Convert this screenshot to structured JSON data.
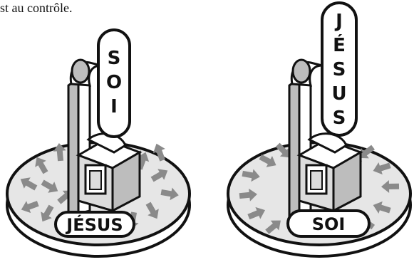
{
  "caption": "st au contrôle.",
  "left_diagram": {
    "throne_pill_letters": [
      "S",
      "O",
      "I"
    ],
    "base_label": "JÉSUS"
  },
  "right_diagram": {
    "throne_pill_letters": [
      "J",
      "É",
      "S",
      "U",
      "S"
    ],
    "base_label": "SOI"
  },
  "colors": {
    "outline": "#111111",
    "fill": "#ffffff",
    "disc_light": "#e6e6e6",
    "arrows": "#8a8a8a",
    "chair_side": "#bdbdbd",
    "chair_front": "#dcdcdc"
  }
}
